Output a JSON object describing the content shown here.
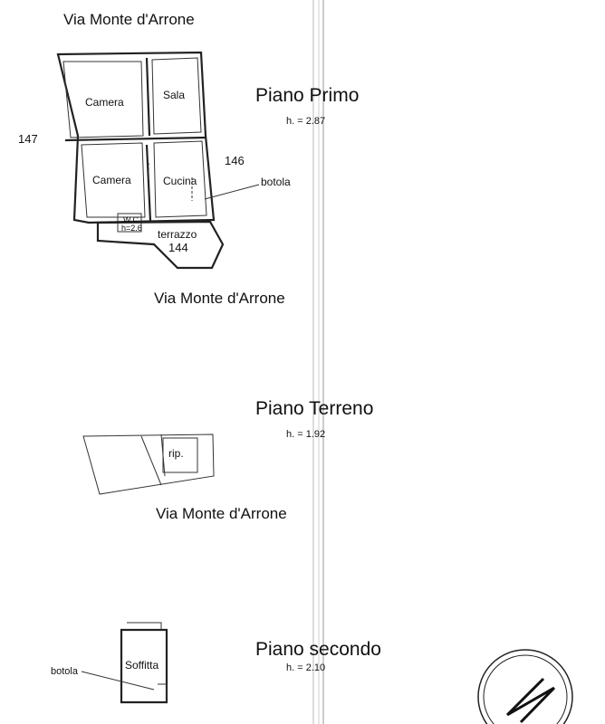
{
  "street_top": "Via Monte d'Arrone",
  "street_mid": "Via Monte d'Arrone",
  "street_low": "Via Monte d'Arrone",
  "piano_primo": {
    "title": "Piano Primo",
    "height": "h. = 2.87"
  },
  "piano_terreno": {
    "title": "Piano Terreno",
    "height": "h. = 1.92"
  },
  "piano_secondo": {
    "title": "Piano secondo",
    "height": "h. = 2.10"
  },
  "neighbors": {
    "left": "147",
    "right": "146",
    "bottom": "144"
  },
  "rooms": {
    "camera_top": "Camera",
    "sala": "Sala",
    "camera_bottom": "Camera",
    "cucina": "Cucina",
    "terrazzo": "terrazzo",
    "wc": "W.C.",
    "wc_h": "h=2.6",
    "rip": "rip.",
    "soffitta": "Soffitta"
  },
  "annotations": {
    "botola_1": "botola",
    "botola_2": "botola"
  }
}
